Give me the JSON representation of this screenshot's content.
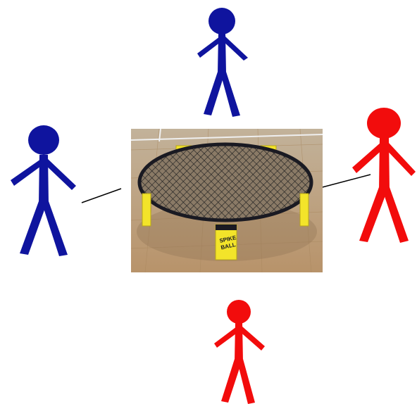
{
  "figures": [
    {
      "id": "top",
      "role": "player",
      "color": "#0f149e"
    },
    {
      "id": "left",
      "role": "player",
      "color": "#0f149e"
    },
    {
      "id": "right",
      "role": "player",
      "color": "#f20c0c"
    },
    {
      "id": "bottom",
      "role": "player",
      "color": "#f20c0c"
    }
  ],
  "colors": {
    "team_blue": "#0f149e",
    "team_red": "#f20c0c",
    "net_frame": "#1a1a22",
    "net_legs": "#f3e42a",
    "floor": "#c9ab84"
  },
  "net": {
    "brand": [
      "SPIKE",
      "BALL"
    ]
  }
}
